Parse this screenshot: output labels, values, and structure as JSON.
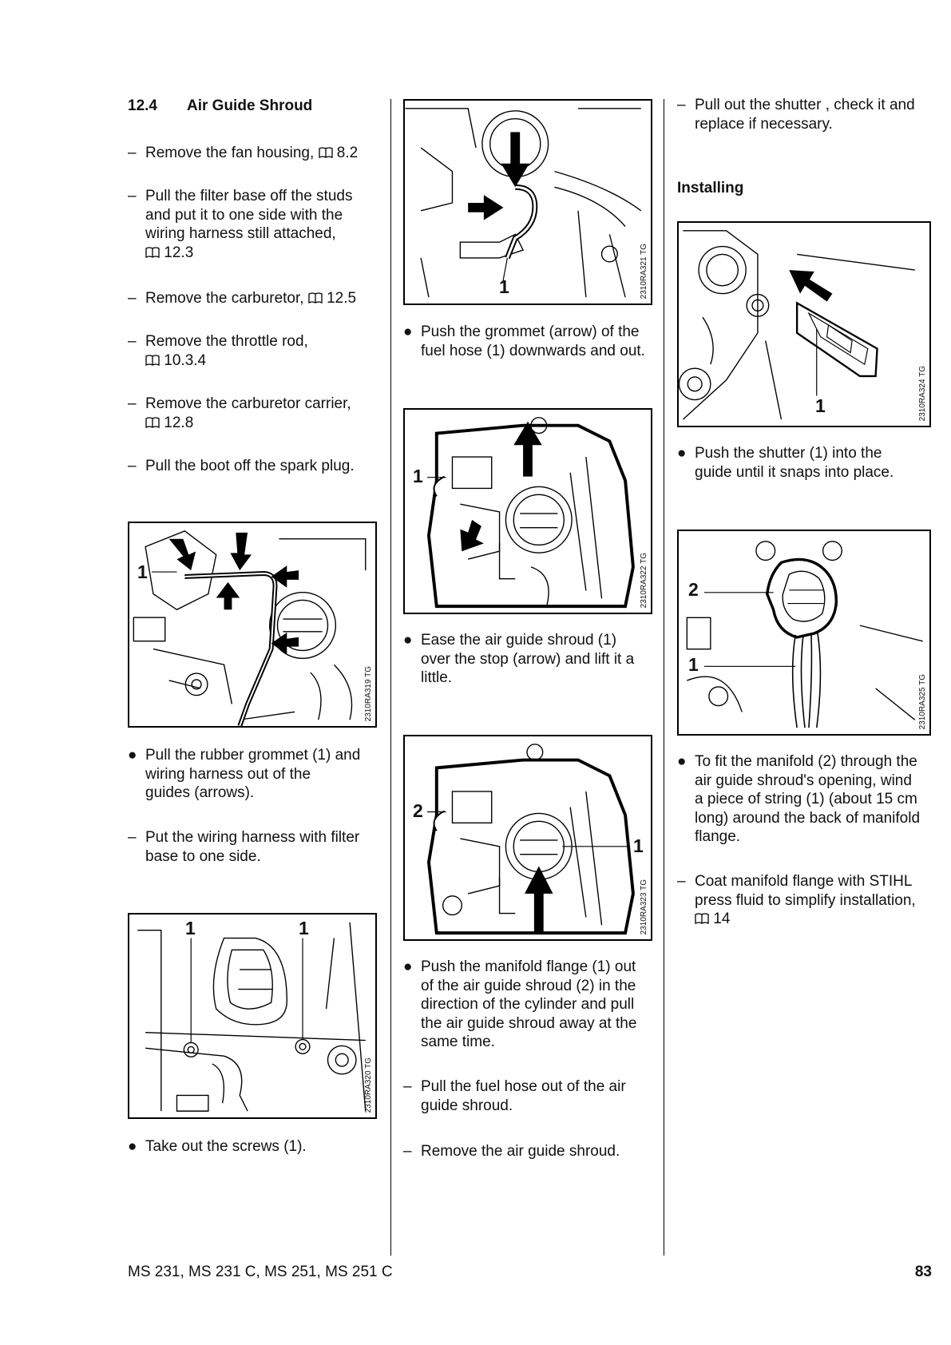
{
  "section": {
    "number": "12.4",
    "title": "Air Guide Shroud"
  },
  "col1": {
    "items": [
      {
        "marker": "–",
        "lines": [
          "Remove the fan housing, [B] 8.2"
        ]
      },
      {
        "marker": "–",
        "lines": [
          "Pull the filter base off the studs",
          "and put it to one side with the",
          "wiring harness still attached,",
          "[B] 12.3"
        ]
      },
      {
        "marker": "–",
        "lines": [
          "Remove the carburetor, [B] 12.5"
        ]
      },
      {
        "marker": "–",
        "lines": [
          "Remove the throttle rod,",
          "[B] 10.3.4"
        ]
      },
      {
        "marker": "–",
        "lines": [
          "Remove the carburetor carrier,",
          "[B] 12.8"
        ]
      },
      {
        "marker": "–",
        "lines": [
          "Pull the boot off the spark plug."
        ]
      }
    ],
    "fig1": {
      "code": "2310RA319 TG",
      "callouts": [
        "1"
      ]
    },
    "after_fig1": [
      {
        "marker": "●",
        "lines": [
          "Pull the rubber grommet (1) and",
          "wiring harness out of the",
          "guides (arrows)."
        ]
      },
      {
        "marker": "–",
        "lines": [
          "Put the wiring harness with filter",
          "base to one side."
        ]
      }
    ],
    "fig2": {
      "code": "2310RA320 TG",
      "callouts": [
        "1",
        "1"
      ]
    },
    "after_fig2": [
      {
        "marker": "●",
        "lines": [
          "Take out the screws (1)."
        ]
      }
    ]
  },
  "col2": {
    "fig1": {
      "code": "2310RA321 TG",
      "callouts": [
        "1"
      ]
    },
    "text1": {
      "marker": "●",
      "lines": [
        "Push the grommet (arrow) of the",
        "fuel hose (1) downwards and out."
      ]
    },
    "fig2": {
      "code": "2310RA322 TG",
      "callouts": [
        "1"
      ]
    },
    "text2": {
      "marker": "●",
      "lines": [
        "Ease the air guide shroud (1)",
        "over the stop (arrow) and lift it a",
        "little."
      ]
    },
    "fig3": {
      "code": "2310RA323 TG",
      "callouts": [
        "2",
        "1"
      ]
    },
    "text3": [
      {
        "marker": "●",
        "lines": [
          "Push the manifold flange (1) out",
          "of the air guide shroud (2) in the",
          "direction of the cylinder and pull",
          "the air guide shroud away at the",
          "same time."
        ]
      },
      {
        "marker": "–",
        "lines": [
          "Pull the fuel hose out of the air",
          "guide shroud."
        ]
      },
      {
        "marker": "–",
        "lines": [
          "Remove the air guide shroud."
        ]
      }
    ]
  },
  "col3": {
    "text1": {
      "marker": "–",
      "lines": [
        "Pull out the shutter , check it and",
        "replace if necessary."
      ]
    },
    "subheading": "Installing",
    "fig1": {
      "code": "2310RA324 TG",
      "callouts": [
        "1"
      ]
    },
    "text2": {
      "marker": "●",
      "lines": [
        "Push the shutter (1) into the",
        "guide until it snaps into place."
      ]
    },
    "fig2": {
      "code": "2310RA325 TG",
      "callouts": [
        "2",
        "1"
      ]
    },
    "text3": [
      {
        "marker": "●",
        "lines": [
          "To fit the manifold (2) through the",
          "air guide shroud's opening, wind",
          "a piece of string (1) (about 15 cm",
          "long) around the back of manifold",
          "flange."
        ]
      },
      {
        "marker": "–",
        "lines": [
          "Coat manifold flange with STIHL",
          "press fluid to simplify installation,",
          "[B] 14"
        ]
      }
    ]
  },
  "footer": {
    "models": "MS 231, MS 231 C, MS 251, MS 251 C",
    "page": "83"
  }
}
